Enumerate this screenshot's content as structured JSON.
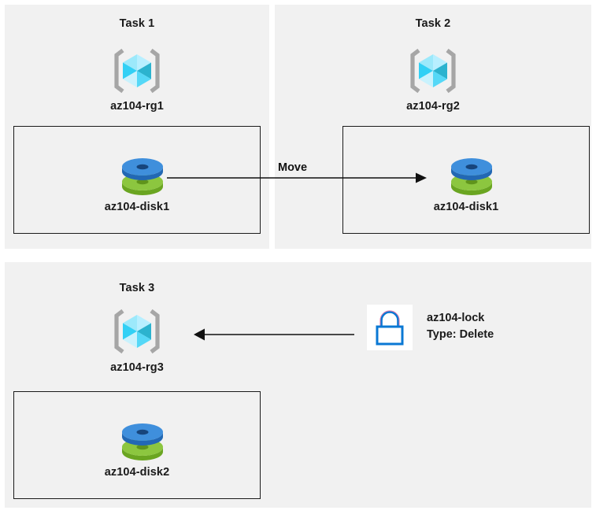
{
  "diagram": {
    "background": "#ffffff",
    "panel_bg": "#f1f1f1",
    "line_color": "#111111",
    "box_border": "#1b1b1b"
  },
  "panels": [
    {
      "id": "task1",
      "title": "Task 1",
      "resource_group": {
        "label": "az104-rg1",
        "icon": "azure-resource-group-icon"
      },
      "resource": {
        "label": "az104-disk1",
        "icon": "azure-disk-icon"
      }
    },
    {
      "id": "task2",
      "title": "Task 2",
      "resource_group": {
        "label": "az104-rg2",
        "icon": "azure-resource-group-icon"
      },
      "resource": {
        "label": "az104-disk1",
        "icon": "azure-disk-icon"
      }
    },
    {
      "id": "task3",
      "title": "Task 3",
      "resource_group": {
        "label": "az104-rg3",
        "icon": "azure-resource-group-icon"
      },
      "resource": {
        "label": "az104-disk2",
        "icon": "azure-disk-icon"
      }
    }
  ],
  "connectors": [
    {
      "id": "move-arrow",
      "label": "Move",
      "direction": "right"
    },
    {
      "id": "lock-arrow",
      "label": "",
      "direction": "left"
    }
  ],
  "lock": {
    "icon": "lock-icon",
    "name": "az104-lock",
    "type_line": "Type: Delete",
    "icon_bg": "#ffffff",
    "icon_color": "#0a78d4"
  },
  "colors": {
    "cube_light": "#9ce9fb",
    "cube_mid": "#32d0f5",
    "cube_dark": "#2bb3cf",
    "cube_pale": "#c9f2fd",
    "bracket": "#a6a6a6",
    "disk_blue": "#2f7fd1",
    "disk_blue_light": "#4a9ae0",
    "disk_green": "#7ab929",
    "disk_green_light": "#8cc63f"
  }
}
